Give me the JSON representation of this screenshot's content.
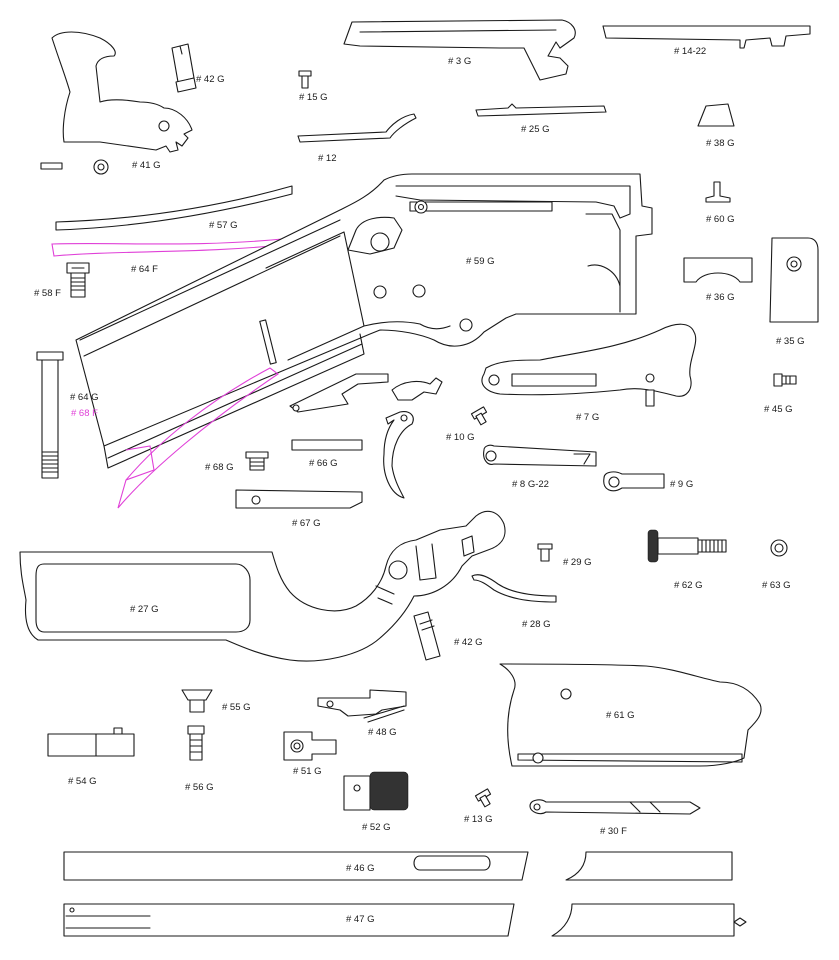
{
  "colors": {
    "line": "#1a1a1a",
    "accent": "#e040d8",
    "background": "#ffffff"
  },
  "labels": {
    "p42a": "# 42 G",
    "p15": "# 15 G",
    "p3": "# 3 G",
    "p1422": "# 14-22",
    "p41": "# 41 G",
    "p12": "# 12",
    "p25": "# 25 G",
    "p38": "# 38 G",
    "p57": "# 57 G",
    "p60": "# 60 G",
    "p64f": "# 64 F",
    "p59": "# 59 G",
    "p58": "# 58 F",
    "p36": "# 36 G",
    "p35": "# 35 G",
    "p64g": "# 64 G",
    "p68f": "# 68 F",
    "p7": "# 7 G",
    "p45": "# 45 G",
    "p10": "# 10 G",
    "p68g": "# 68 G",
    "p66": "# 66 G",
    "p822": "# 8 G-22",
    "p9": "# 9 G",
    "p67": "# 67 G",
    "p29": "# 29 G",
    "p62": "# 62 G",
    "p63": "# 63 G",
    "p27": "# 27 G",
    "p28": "# 28 G",
    "p42b": "# 42 G",
    "p55": "# 55 G",
    "p61": "# 61 G",
    "p48": "# 48 G",
    "p54": "# 54 G",
    "p51": "# 51 G",
    "p56": "# 56 G",
    "p52": "# 52 G",
    "p13": "# 13 G",
    "p30": "# 30 F",
    "p46": "# 46 G",
    "p47": "# 47 G"
  }
}
